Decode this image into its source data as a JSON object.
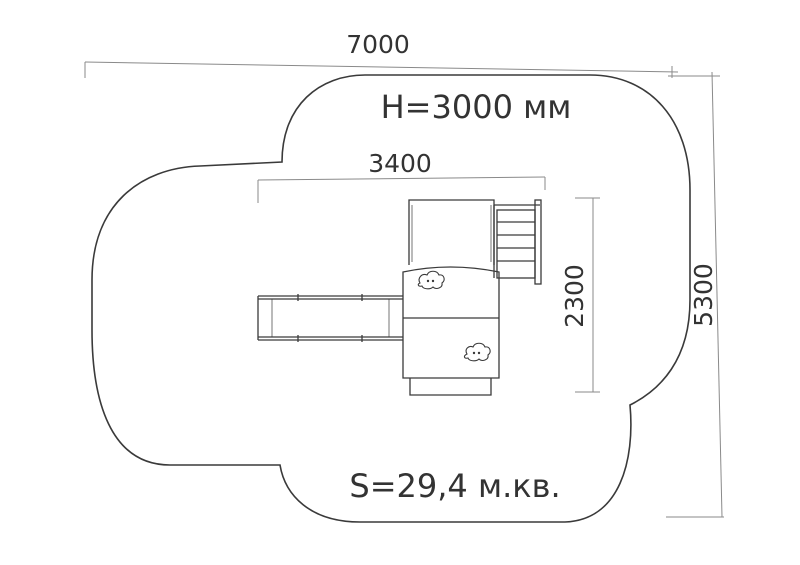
{
  "dimensions": {
    "total_width": "7000",
    "total_height": "5300",
    "structure_width": "3400",
    "structure_height": "2300"
  },
  "height_label": "H=3000 мм",
  "area_label": "S=29,4 м.кв.",
  "colors": {
    "line": "#3a3a3a",
    "dimension_line": "#8a8a8a",
    "text": "#333333"
  }
}
